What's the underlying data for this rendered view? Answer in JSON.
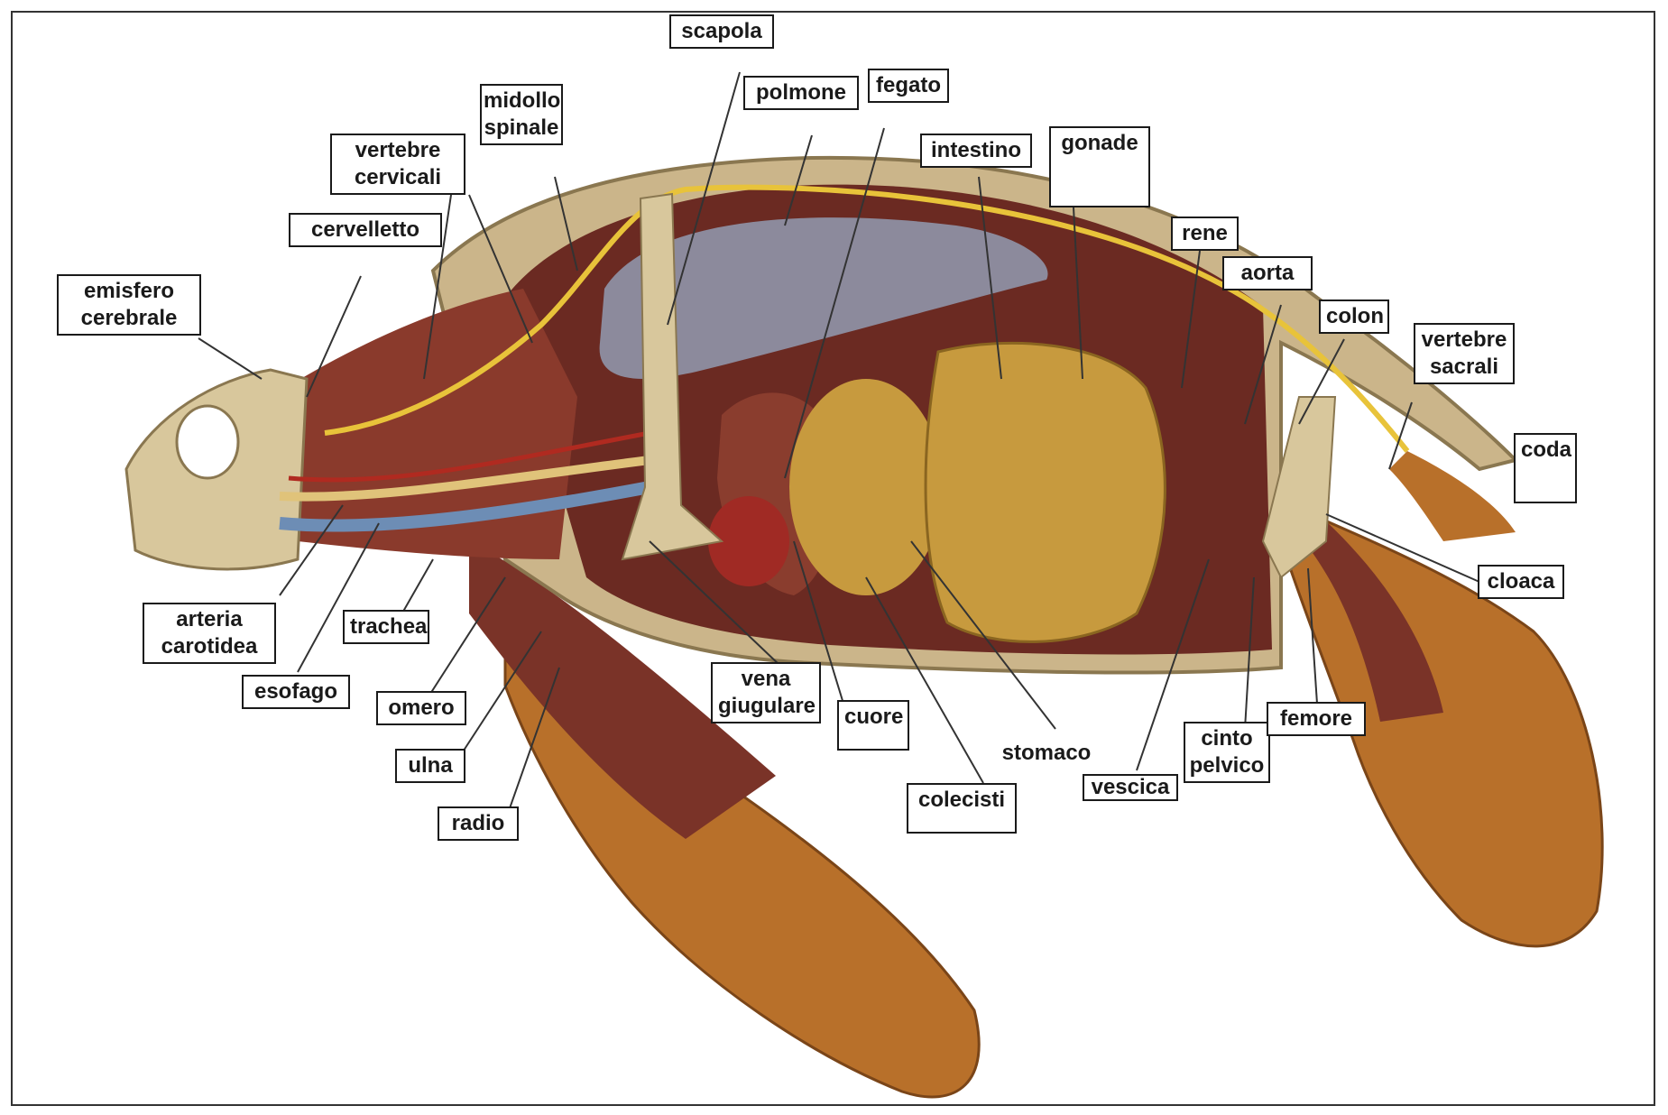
{
  "colors": {
    "shell": "#cbb58a",
    "muscle": "#8a3a2c",
    "lung": "#8c8a9c",
    "intestine": "#c79a3e",
    "skin": "#b8702a",
    "bone": "#d8c79c",
    "spinal_cord": "#e8c33a",
    "trachea": "#6d8db5",
    "artery": "#b02a20"
  },
  "labels": {
    "emisfero_cerebrale": [
      "emisfero",
      "cerebrale"
    ],
    "cervelletto": [
      "cervelletto"
    ],
    "vertebre_cervicali": [
      "vertebre",
      "cervicali"
    ],
    "midollo_spinale": [
      "midollo",
      "spinale"
    ],
    "scapola": [
      "scapola"
    ],
    "polmone": [
      "polmone"
    ],
    "fegato": [
      "fegato"
    ],
    "intestino": [
      "intestino"
    ],
    "gonade": [
      "gonade"
    ],
    "rene": [
      "rene"
    ],
    "aorta": [
      "aorta"
    ],
    "colon": [
      "colon"
    ],
    "vertebre_sacrali": [
      "vertebre",
      "sacrali"
    ],
    "coda": [
      "coda"
    ],
    "cloaca": [
      "cloaca"
    ],
    "arteria_carotidea": [
      "arteria",
      "carotidea"
    ],
    "esofago": [
      "esofago"
    ],
    "trachea": [
      "trachea"
    ],
    "omero": [
      "omero"
    ],
    "ulna": [
      "ulna"
    ],
    "radio": [
      "radio"
    ],
    "vena_giugulare": [
      "vena",
      "giugulare"
    ],
    "cuore": [
      "cuore"
    ],
    "colecisti": [
      "colecisti"
    ],
    "stomaco": [
      "stomaco"
    ],
    "vescica": [
      "vescica"
    ],
    "cinto_pelvico": [
      "cinto",
      "pelvico"
    ],
    "femore": [
      "femore"
    ]
  }
}
